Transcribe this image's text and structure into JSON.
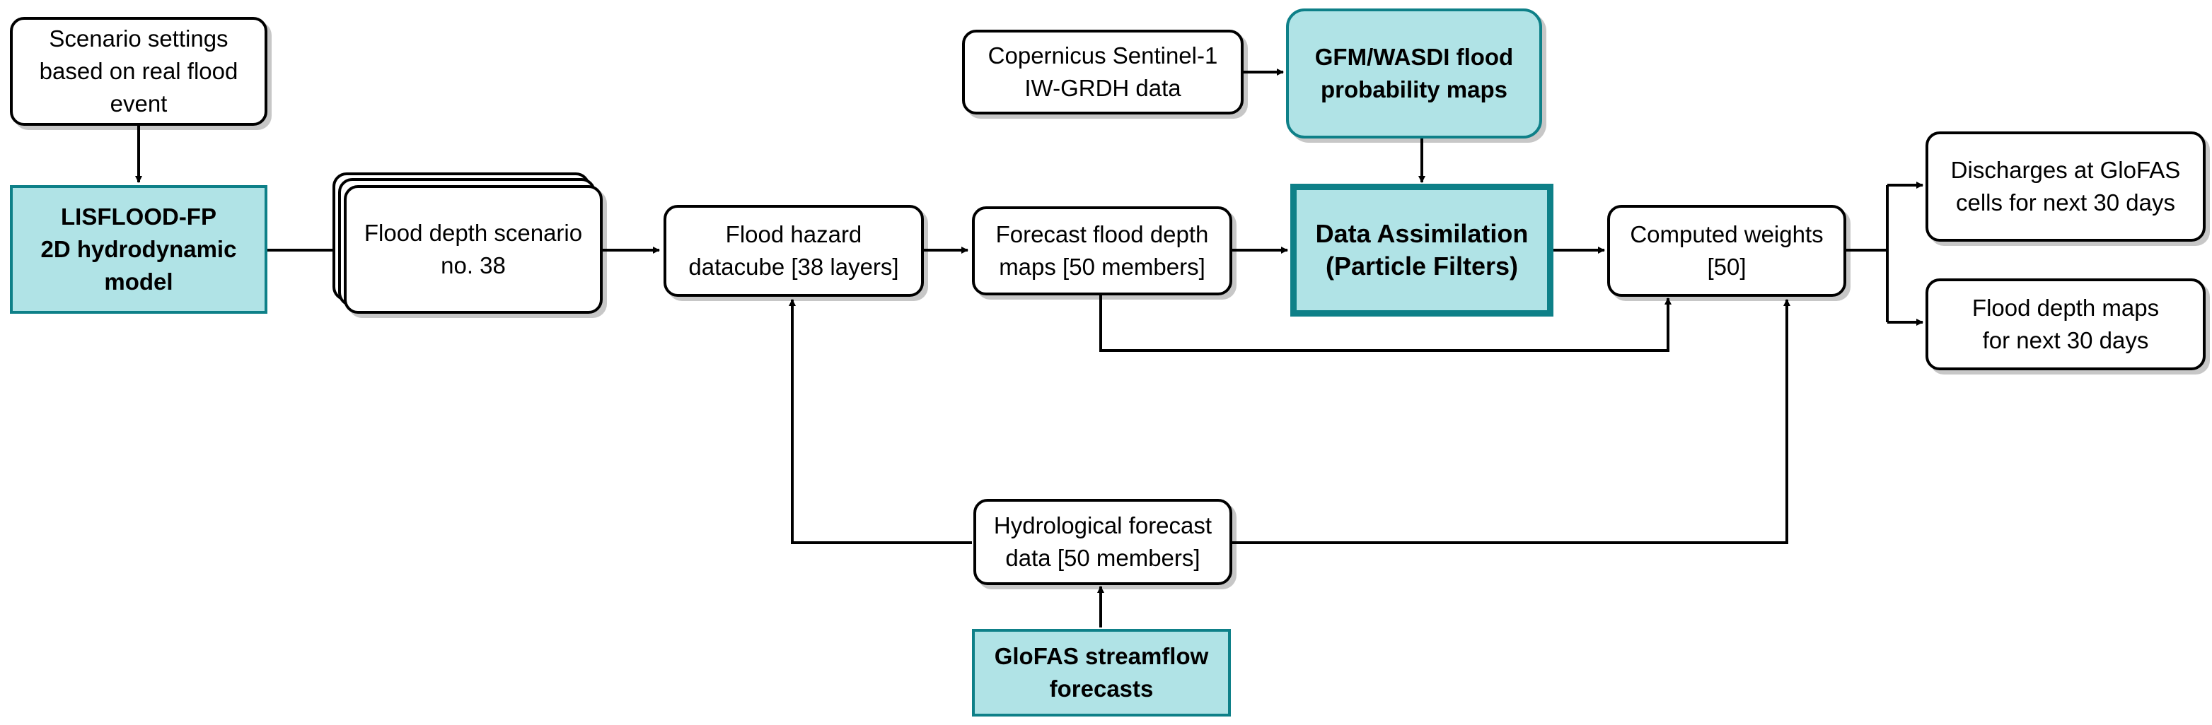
{
  "nodes": {
    "scenario_settings": "Scenario settings\nbased on real flood\nevent",
    "lisflood": "LISFLOOD-FP\n2D hydrodynamic\nmodel",
    "flood_depth_scenario": "Flood depth scenario\nno. 38",
    "flood_hazard_datacube": "Flood hazard\ndatacube [38 layers]",
    "forecast_flood_depth": "Forecast flood depth\nmaps [50 members]",
    "sentinel": "Copernicus Sentinel-1\nIW-GRDH data",
    "gfm_wasdi": "GFM/WASDI flood\nprobability maps",
    "data_assimilation": "Data Assimilation\n(Particle Filters)",
    "computed_weights": "Computed weights\n[50]",
    "discharges": "Discharges at GloFAS\ncells for next 30 days",
    "flood_depth_maps": "Flood depth maps\nfor next 30 days",
    "hydrological_forecast": "Hydrological forecast\ndata [50 members]",
    "glofas_streamflow": "GloFAS streamflow\nforecasts"
  },
  "colors": {
    "fill_highlight": "#b0e3e6",
    "stroke_highlight": "#0e8088",
    "stroke": "#000000"
  }
}
